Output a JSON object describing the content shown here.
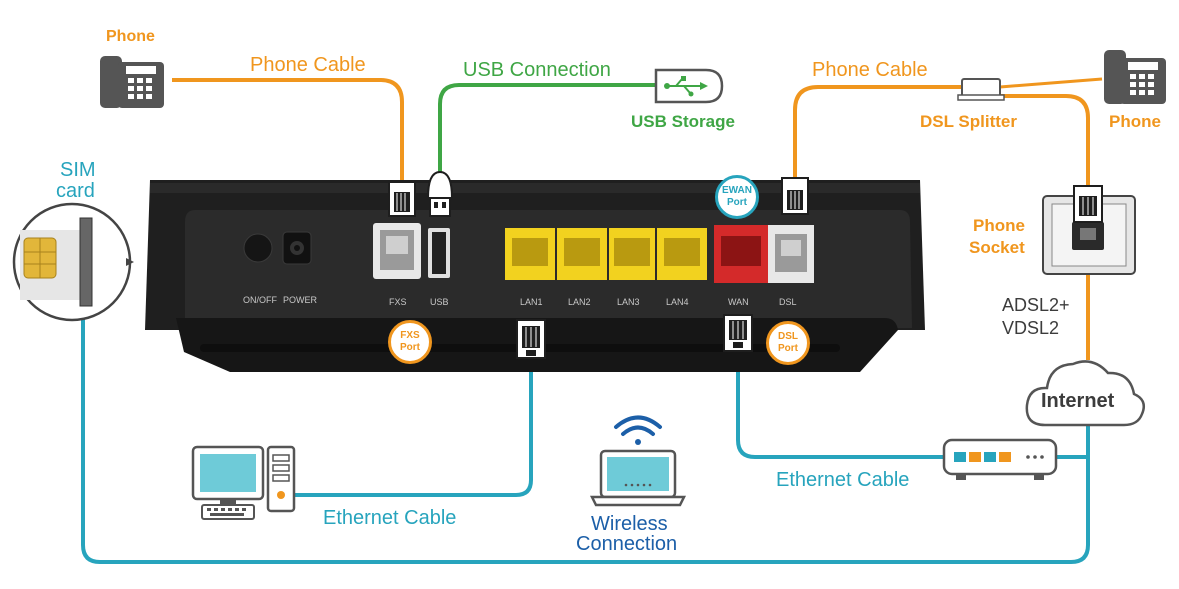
{
  "labels": {
    "phone_left": "Phone",
    "phone_cable_left": "Phone Cable",
    "usb_connection": "USB Connection",
    "usb_storage": "USB Storage",
    "phone_cable_right": "Phone Cable",
    "dsl_splitter": "DSL Splitter",
    "phone_right": "Phone",
    "sim_line1": "SIM",
    "sim_line2": "card",
    "phone_socket_line1": "Phone",
    "phone_socket_line2": "Socket",
    "adsl": "ADSL2+",
    "vdsl": "VDSL2",
    "internet": "Internet",
    "ethernet_cable_right": "Ethernet Cable",
    "ethernet_cable_left": "Ethernet Cable",
    "wireless_line1": "Wireless",
    "wireless_line2": "Connection"
  },
  "ports": {
    "onoff": "ON/OFF",
    "power": "POWER",
    "fxs": "FXS",
    "usb": "USB",
    "lan1": "LAN1",
    "lan2": "LAN2",
    "lan3": "LAN3",
    "lan4": "LAN4",
    "wan": "WAN",
    "dsl": "DSL"
  },
  "badges": {
    "fxs_line1": "FXS",
    "fxs_line2": "Port",
    "ewan_line1": "EWAN",
    "ewan_line2": "Port",
    "dsl_line1": "DSL",
    "dsl_line2": "Port"
  },
  "colors": {
    "phone_cable": "#f0961e",
    "usb_cable": "#3fa645",
    "ethernet_cable": "#27a4bd",
    "router_body": "#1e1e1e",
    "lan_ports": "#f2d21f",
    "wan_port": "#d42a2a"
  },
  "icons": [
    "phone-icon",
    "usb-drive-icon",
    "dsl-splitter-icon",
    "sim-card-icon",
    "phone-socket-icon",
    "cloud-icon",
    "desktop-computer-icon",
    "laptop-icon",
    "wifi-icon",
    "modem-icon",
    "rj11-connector-icon",
    "rj45-connector-icon",
    "usb-plug-icon"
  ]
}
